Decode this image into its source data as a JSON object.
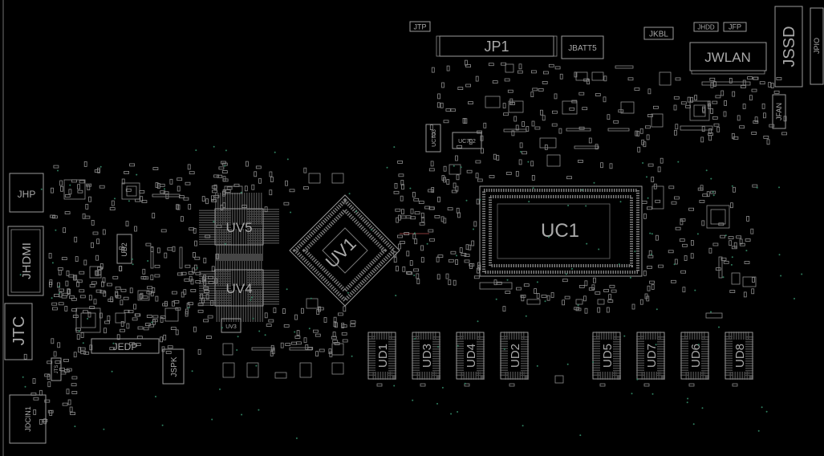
{
  "view": {
    "background": "#000000",
    "outline_color": "#9a9a9a",
    "text_color": "#a9a9a9",
    "via_color": "#2f7f5f"
  },
  "components": {
    "jtp": "JTP",
    "jp1": "JP1",
    "jbatt5": "JBATT5",
    "jkbl": "JKBL",
    "jhdd": "JHDD",
    "jfp": "JFP",
    "jssd": "JSSD",
    "jpio": "JPIO",
    "jwlan": "JWLAN",
    "jfan": "JFAN",
    "uc703": "UC703",
    "uc702": "UC702",
    "uc1": "UC1",
    "uv1": "UV1",
    "jhp": "JHP",
    "jhdmi": "JHDMI",
    "uv5": "UV5",
    "uv4": "UV4",
    "ub2": "UB2",
    "jtc": "JTC",
    "jedp": "JEDP",
    "jspk": "JSPK",
    "uv3": "UV3",
    "jdcin1": "JDCIN1",
    "jts": "JTS",
    "ud1": "UD1",
    "ud3": "UD3",
    "ud4": "UD4",
    "ud2": "UD2",
    "ud5": "UD5",
    "ud7": "UD7",
    "ud6": "UD6",
    "ud8": "UD8"
  }
}
